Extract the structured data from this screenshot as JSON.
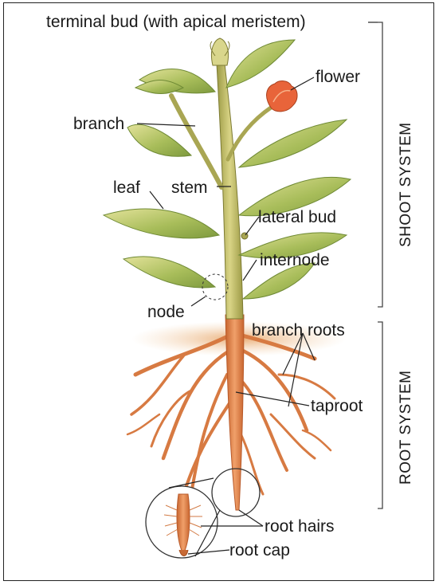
{
  "labels": {
    "terminal_bud": "terminal bud (with apical meristem)",
    "flower": "flower",
    "branch": "branch",
    "leaf": "leaf",
    "stem": "stem",
    "lateral_bud": "lateral bud",
    "internode": "internode",
    "node": "node",
    "branch_roots": "branch roots",
    "taproot": "taproot",
    "root_hairs": "root hairs",
    "root_cap": "root cap"
  },
  "systems": {
    "shoot": "SHOOT SYSTEM",
    "root": "ROOT SYSTEM"
  },
  "colors": {
    "leaf": "#8fa84a",
    "leaf_light": "#d6d98a",
    "stem": "#b7b45e",
    "root": "#e08a52",
    "root_dark": "#c86a35",
    "flower": "#e8643a",
    "soil": "#e8b07a"
  }
}
